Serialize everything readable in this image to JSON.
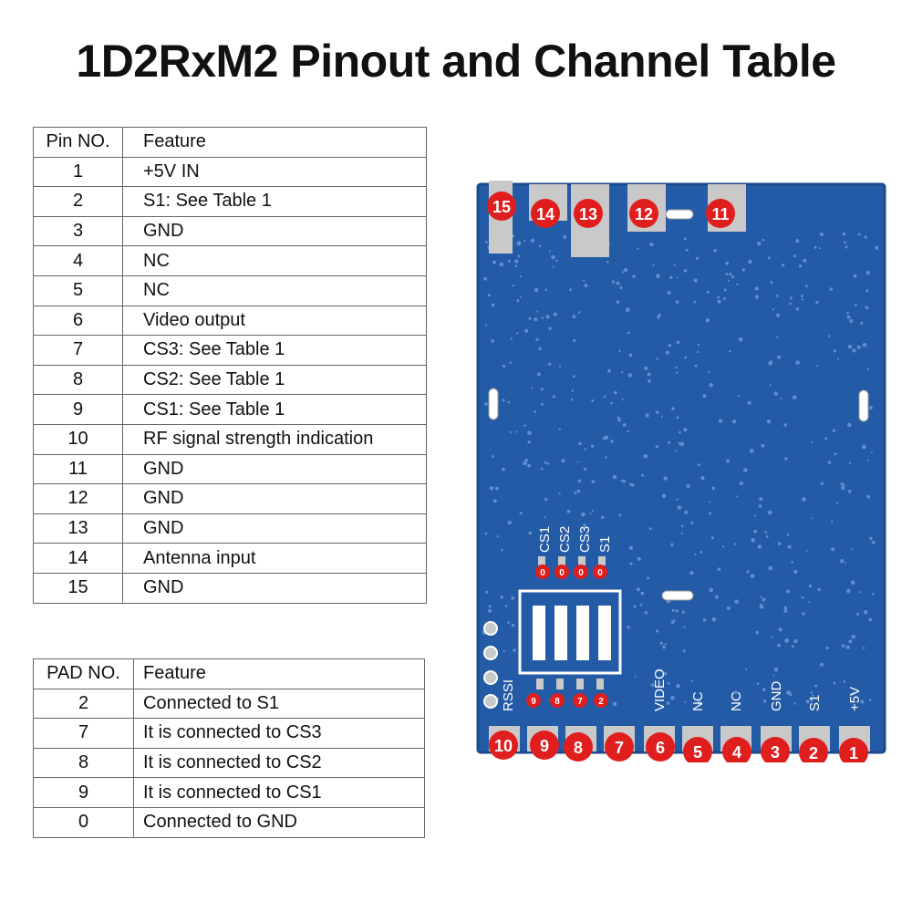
{
  "title": "1D2RxM2 Pinout and Channel Table",
  "pin_table": {
    "headers": [
      "Pin NO.",
      "Feature"
    ],
    "rows": [
      [
        "1",
        "+5V IN"
      ],
      [
        "2",
        "S1: See Table 1"
      ],
      [
        "3",
        "GND"
      ],
      [
        "4",
        "NC"
      ],
      [
        "5",
        "NC"
      ],
      [
        "6",
        "Video output"
      ],
      [
        "7",
        "CS3: See Table 1"
      ],
      [
        "8",
        "CS2: See Table 1"
      ],
      [
        "9",
        "CS1: See Table 1"
      ],
      [
        "10",
        "RF signal strength indication"
      ],
      [
        "11",
        "GND"
      ],
      [
        "12",
        "GND"
      ],
      [
        "13",
        "GND"
      ],
      [
        "14",
        "Antenna input"
      ],
      [
        "15",
        "GND"
      ]
    ]
  },
  "pad_table": {
    "headers": [
      "PAD NO.",
      "Feature"
    ],
    "rows": [
      [
        "2",
        "Connected to S1"
      ],
      [
        "7",
        "It is connected to CS3"
      ],
      [
        "8",
        "It is connected to CS2"
      ],
      [
        "9",
        "It is connected to CS1"
      ],
      [
        "0",
        "Connected to GND"
      ]
    ]
  },
  "board": {
    "top_badges": [
      "15",
      "14",
      "13",
      "12",
      "11"
    ],
    "bottom_badges": [
      "10",
      "9",
      "8",
      "7",
      "6",
      "5",
      "4",
      "3",
      "2",
      "1"
    ],
    "bottom_silk": [
      "RSSI",
      "VIDEO",
      "NC",
      "NC",
      "GND",
      "S1",
      "+5V"
    ],
    "switch_labels": [
      "CS1",
      "CS2",
      "CS3",
      "S1"
    ],
    "switch_badges": [
      "0",
      "0",
      "0",
      "0"
    ],
    "pad_badges": [
      "9",
      "8",
      "7",
      "2"
    ],
    "colors": {
      "pcb": "#245ba6",
      "badge": "#e01e1e",
      "pad": "#c9c9c9"
    }
  }
}
